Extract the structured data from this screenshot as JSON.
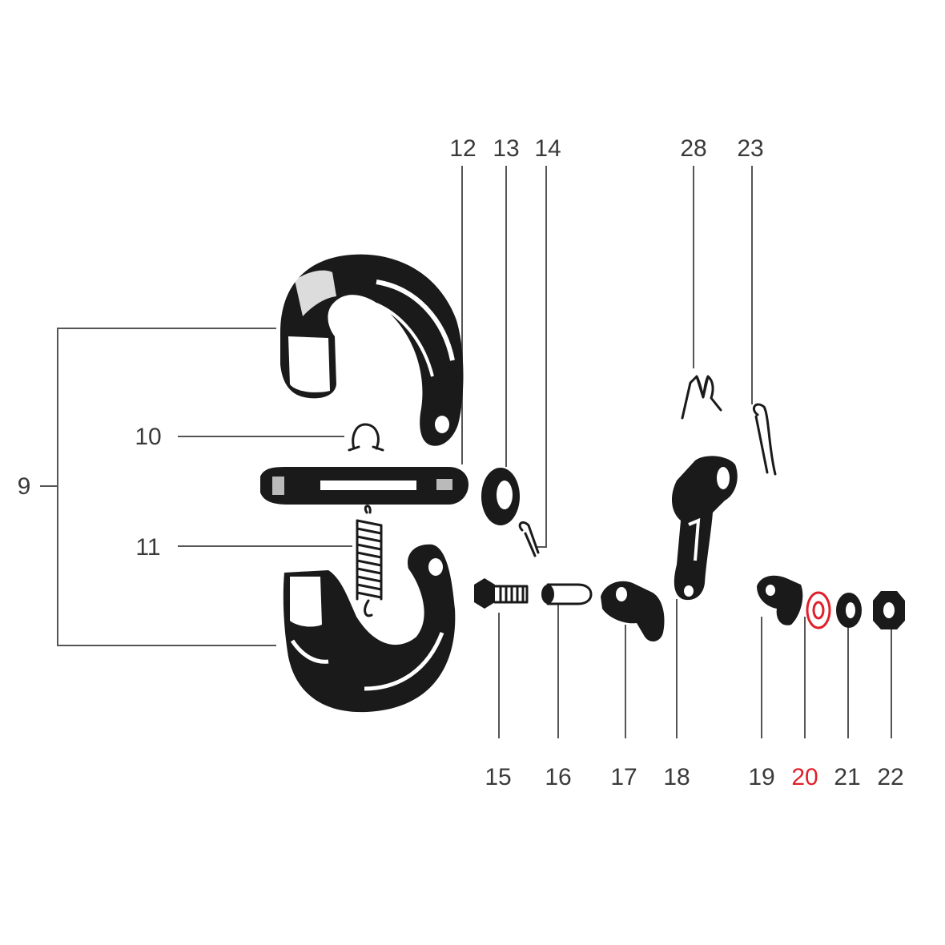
{
  "labels": {
    "l9": "9",
    "l10": "10",
    "l11": "11",
    "l12": "12",
    "l13": "13",
    "l14": "14",
    "l15": "15",
    "l16": "16",
    "l17": "17",
    "l18": "18",
    "l19": "19",
    "l20": "20",
    "l21": "21",
    "l22": "22",
    "l23": "23",
    "l28": "28"
  },
  "highlighted_part": "20",
  "colors": {
    "highlight": "#e0202a",
    "label": "#3a3a3a",
    "ink": "#1a1a1a"
  }
}
